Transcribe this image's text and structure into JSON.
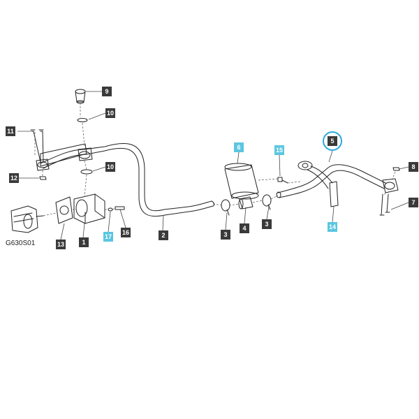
{
  "diagram": {
    "code": "G630S01",
    "callouts": {
      "c1": "1",
      "c2": "2",
      "c3a": "3",
      "c3b": "3",
      "c4": "4",
      "c5": "5",
      "c6": "6",
      "c7": "7",
      "c8": "8",
      "c9": "9",
      "c10a": "10",
      "c10b": "10",
      "c11": "11",
      "c12": "12",
      "c13": "13",
      "c14": "14",
      "c15": "15",
      "c16": "16",
      "c17": "17"
    },
    "highlight_color": "#5bc6e0",
    "selection_ring_color": "#29a8e0"
  }
}
